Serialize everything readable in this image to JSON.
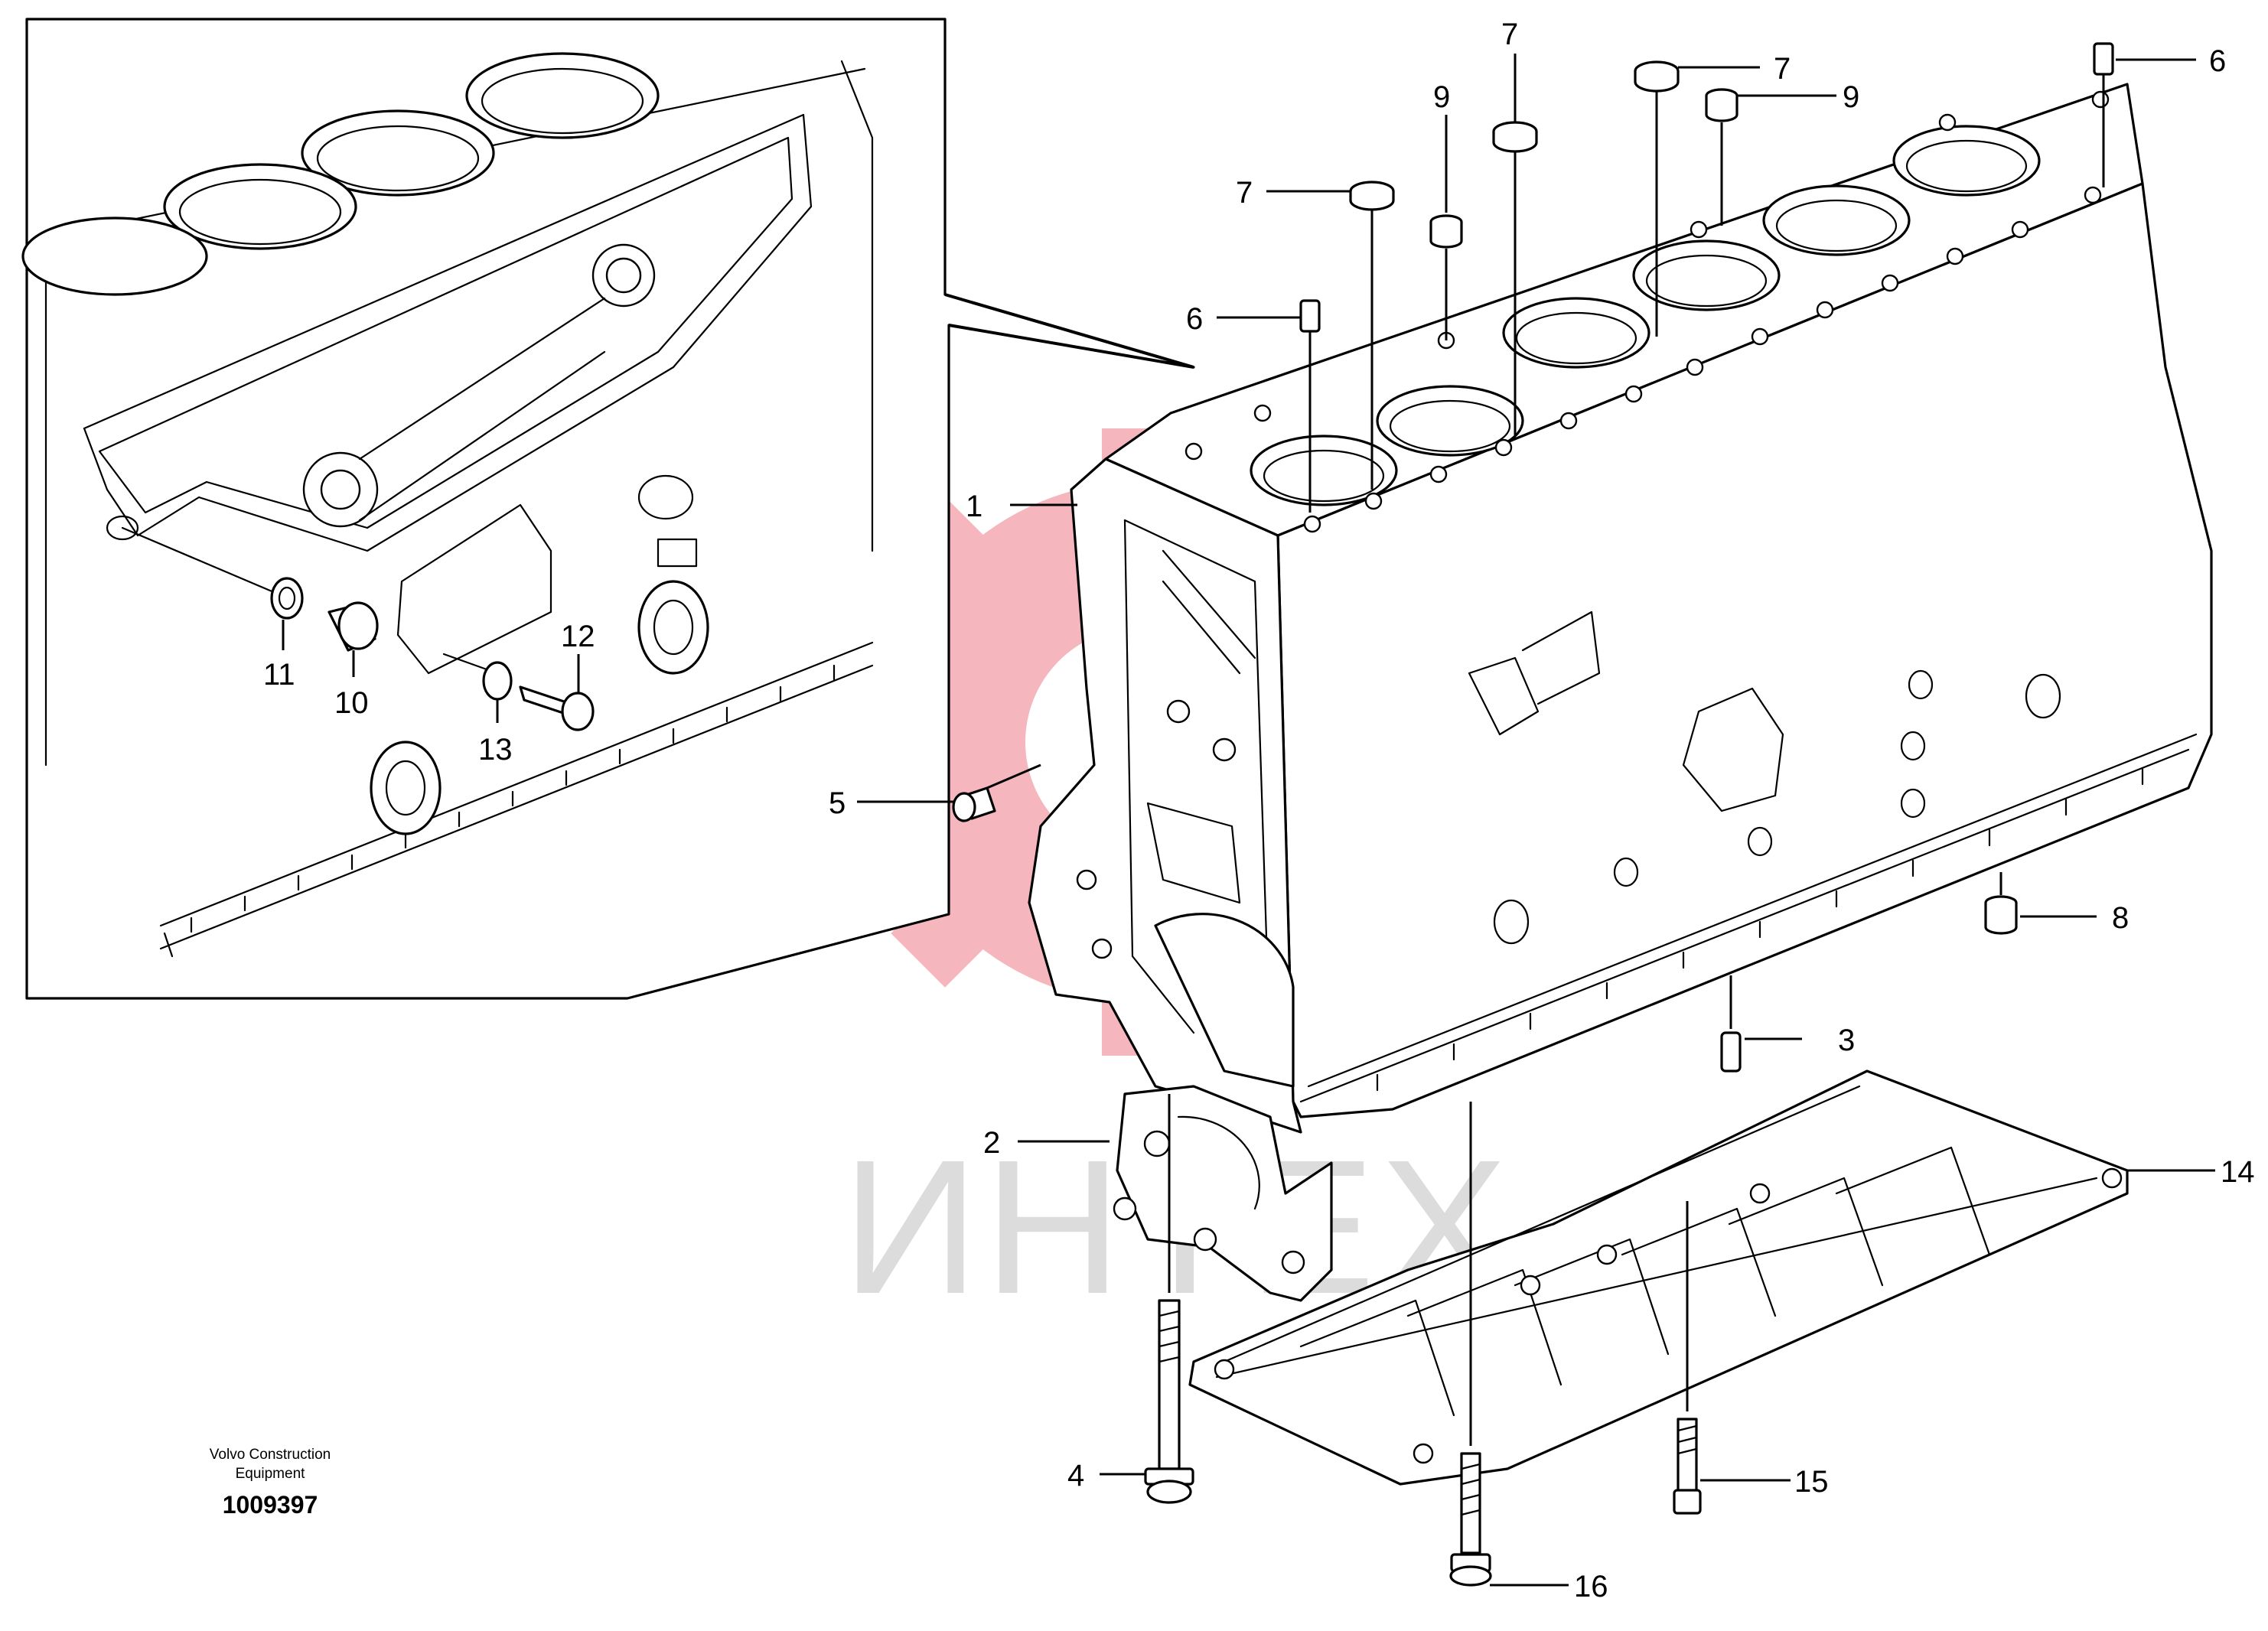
{
  "callouts": {
    "c1": "1",
    "c2": "2",
    "c3": "3",
    "c4": "4",
    "c5": "5",
    "c6a": "6",
    "c6b": "6",
    "c7a": "7",
    "c7b": "7",
    "c7c": "7",
    "c8": "8",
    "c9a": "9",
    "c9b": "9",
    "c10": "10",
    "c11": "11",
    "c12": "12",
    "c13": "13",
    "c14": "14",
    "c15": "15",
    "c16": "16"
  },
  "caption": {
    "line1": "Volvo Construction",
    "line2": "Equipment",
    "number": "1009397"
  },
  "watermark": {
    "text": "ИНТЕХ",
    "color": "#f2a0a8"
  }
}
